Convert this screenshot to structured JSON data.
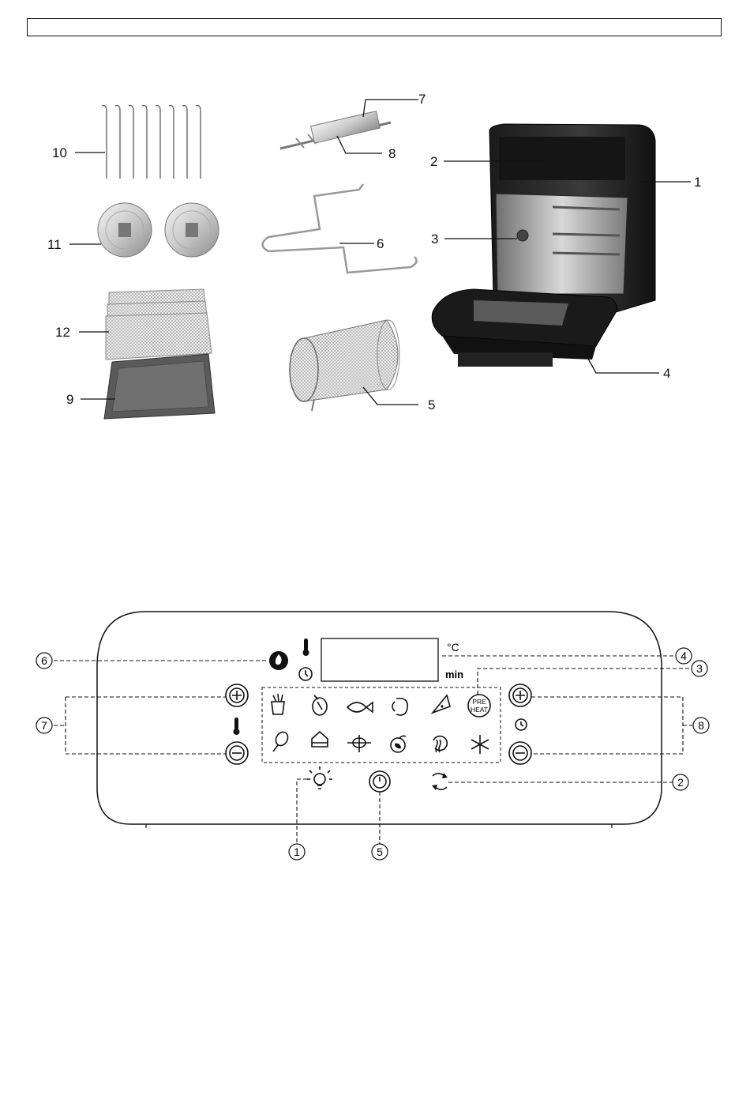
{
  "header_box_text": "",
  "parts_diagram": {
    "callouts": [
      "1",
      "2",
      "3",
      "4",
      "5",
      "6",
      "7",
      "8",
      "9",
      "10",
      "11",
      "12"
    ]
  },
  "control_panel": {
    "callouts": [
      "1",
      "2",
      "3",
      "4",
      "5",
      "6",
      "7",
      "8"
    ],
    "unit_celsius": "°C",
    "unit_minutes": "min",
    "preheat_line1": "PRE",
    "preheat_line2": "HEAT"
  },
  "icons": {
    "preset_row1": [
      "fries-icon",
      "steak-icon",
      "fish-icon",
      "shrimp-icon",
      "pizza-icon",
      "preheat-icon"
    ],
    "preset_row2": [
      "drumstick-icon",
      "cake-icon",
      "skewer-icon",
      "fruit-icon",
      "reheat-icon",
      "defrost-icon"
    ]
  }
}
